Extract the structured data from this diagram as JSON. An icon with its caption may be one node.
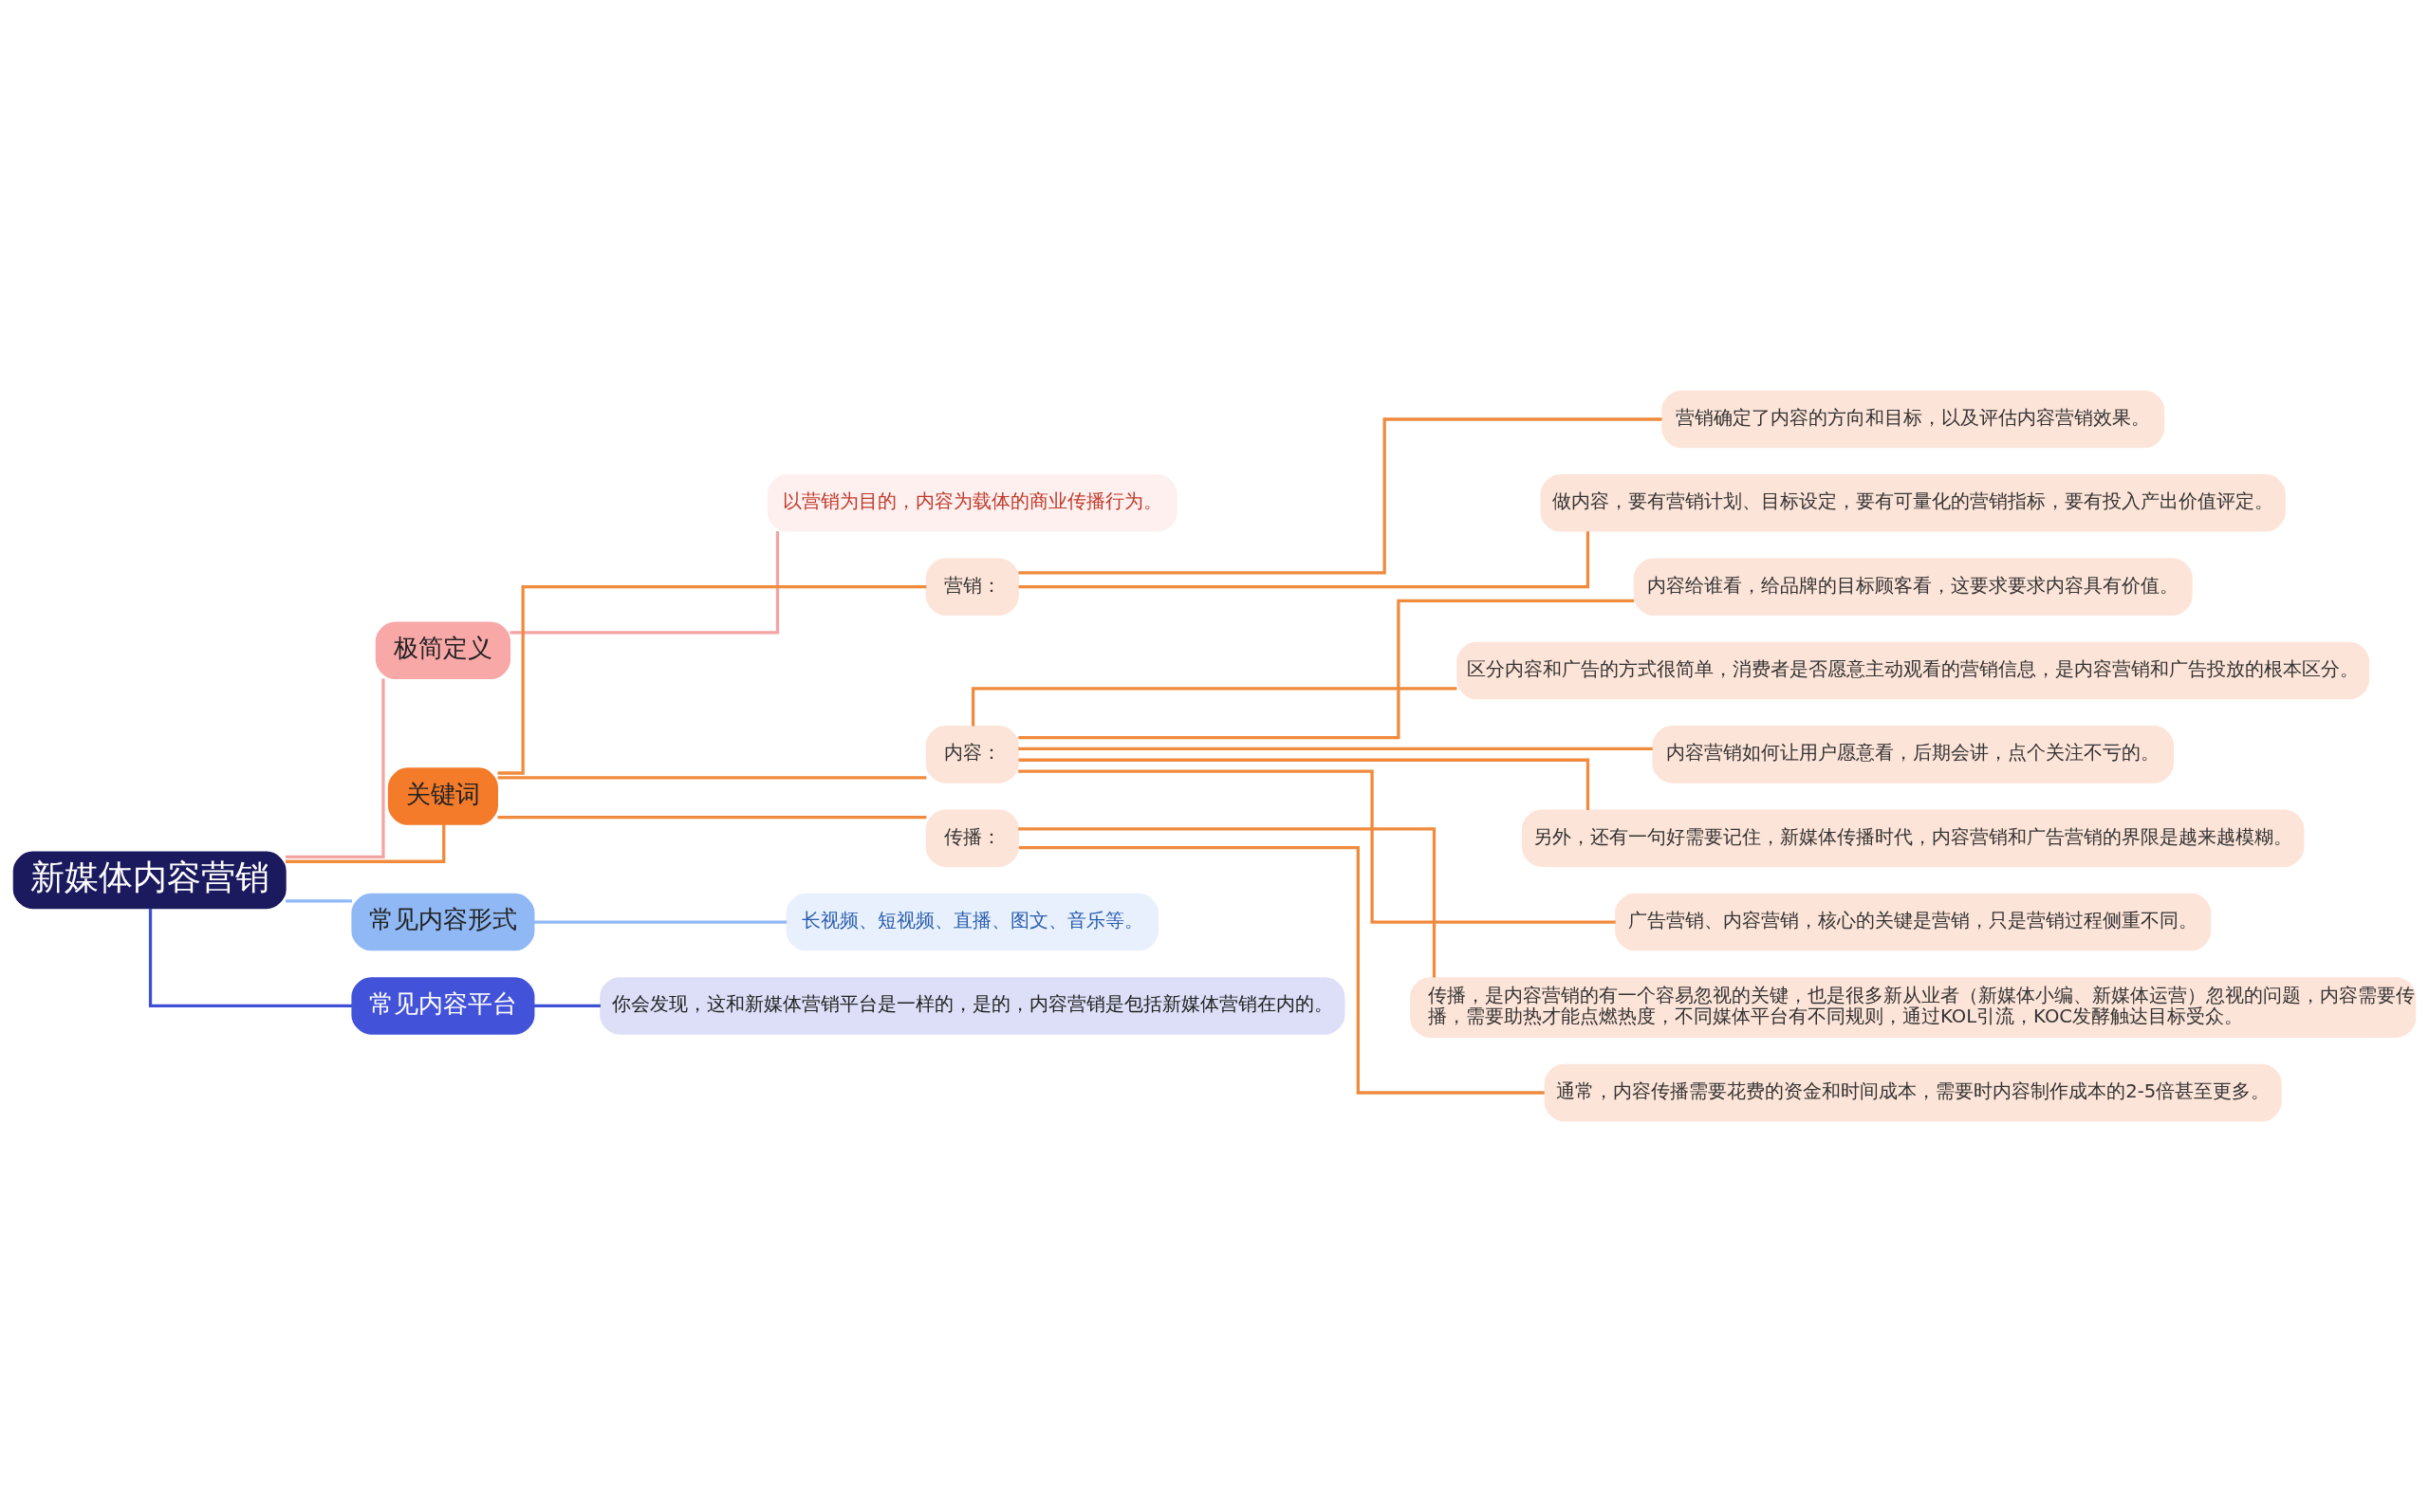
{
  "diagram": {
    "nodes": [
      {
        "text": [
          "新媒体内容营销"
        ]
      },
      {
        "text": [
          "极简定义"
        ]
      },
      {
        "text": [
          "以营销为目的，内容为载体的商业传播行为。"
        ]
      },
      {
        "text": [
          "关键词"
        ]
      },
      {
        "text": [
          "营销："
        ]
      },
      {
        "text": [
          "营销确定了内容的方向和目标，以及评估内容营销效果。"
        ]
      },
      {
        "text": [
          "做内容，要有营销计划、目标设定，要有可量化的营销指标，要有投入产出价值评定。"
        ]
      },
      {
        "text": [
          "内容："
        ]
      },
      {
        "text": [
          "内容给谁看，给品牌的目标顾客看，这要求要求内容具有价值。"
        ]
      },
      {
        "text": [
          "区分内容和广告的方式很简单，消费者是否愿意主动观看的营销信息，是内容营销和广告投放的根本区分。"
        ]
      },
      {
        "text": [
          "内容营销如何让用户愿意看，后期会讲，点个关注不亏的。"
        ]
      },
      {
        "text": [
          "另外，还有一句好需要记住，新媒体传播时代，内容营销和广告营销的界限是越来越模糊。"
        ]
      },
      {
        "text": [
          "广告营销、内容营销，核心的关键是营销，只是营销过程侧重不同。"
        ]
      },
      {
        "text": [
          "传播："
        ]
      },
      {
        "text": [
          "传播，是内容营销的有一个容易忽视的关键，也是很多新从业者（新媒体小编、新媒体运营）忽视的问题，内容需要传播，需要助热才能点燃热度，不同媒体平台有不同规则，通过KOL引流，KOC发酵触达目标受众。"
        ]
      },
      {
        "text": [
          "通常，内容传播需要花费的资金和时间成本，需要时内容制作成本的2-5倍甚至更多。"
        ]
      },
      {
        "text": [
          "常见内容形式"
        ]
      },
      {
        "text": [
          "长视频、短视频、直播、图文、音乐等。"
        ]
      },
      {
        "text": [
          "常见内容平台"
        ]
      },
      {
        "text": [
          "你会发现，这和新媒体营销平台是一样的，是的，内容营销是包括新媒体营销在内的。"
        ]
      }
    ],
    "edges": [
      {
        "from": 0,
        "to": 1,
        "arrow": "none",
        "color": "#f4a3a3"
      },
      {
        "from": 1,
        "to": 2,
        "arrow": "none",
        "color": "#f4a3a3"
      },
      {
        "from": 0,
        "to": 3,
        "arrow": "none"
      },
      {
        "from": 3,
        "to": 4,
        "arrow": "none"
      },
      {
        "from": 4,
        "to": 5,
        "arrow": "none"
      },
      {
        "from": 4,
        "to": 6,
        "arrow": "none"
      },
      {
        "from": 3,
        "to": 7,
        "arrow": "none"
      },
      {
        "from": 7,
        "to": 8,
        "arrow": "none"
      },
      {
        "from": 7,
        "to": 9,
        "arrow": "none"
      },
      {
        "from": 7,
        "to": 10,
        "arrow": "none"
      },
      {
        "from": 7,
        "to": 11,
        "arrow": "none"
      },
      {
        "from": 7,
        "to": 12,
        "arrow": "none"
      },
      {
        "from": 3,
        "to": 13,
        "arrow": "none"
      },
      {
        "from": 13,
        "to": 14,
        "arrow": "none"
      },
      {
        "from": 13,
        "to": 15,
        "arrow": "none"
      },
      {
        "from": 0,
        "to": 16,
        "arrow": "none",
        "color": "#8fb8f5"
      },
      {
        "from": 16,
        "to": 17,
        "arrow": "none",
        "color": "#8fb8f5"
      },
      {
        "from": 0,
        "to": 18,
        "arrow": "none",
        "color": "#3f4fd6"
      },
      {
        "from": 18,
        "to": 19,
        "arrow": "none",
        "color": "#3f4fd6"
      }
    ]
  }
}
